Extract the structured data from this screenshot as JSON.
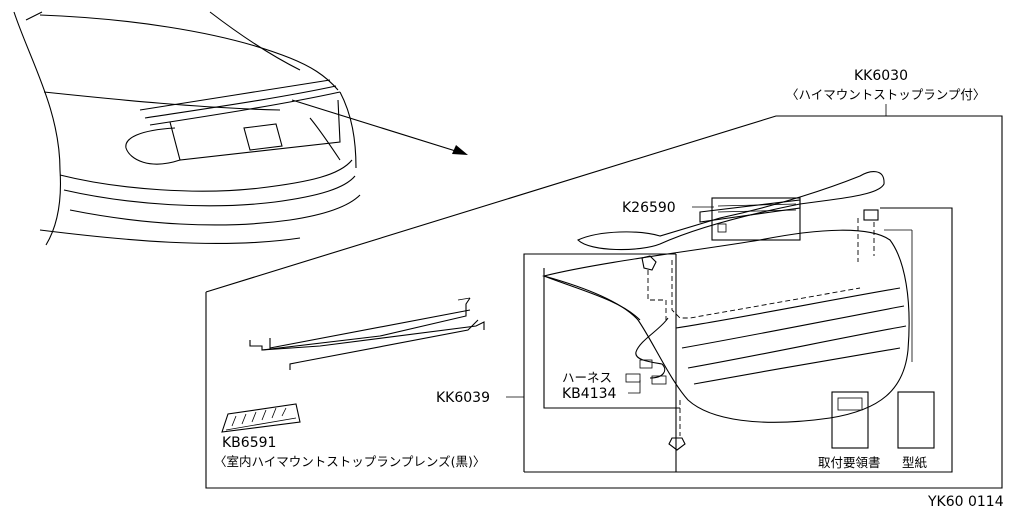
{
  "diagram": {
    "parts": [
      {
        "code": "KK6030",
        "description": "〈ハイマウントストップランプ付〉"
      },
      {
        "code": "K26590"
      },
      {
        "code": "KK6039"
      },
      {
        "code": "KB4134",
        "description": "ハーネス"
      },
      {
        "code": "KB6591",
        "description": "〈室内ハイマウントストップランプレンズ(黒)〉"
      }
    ],
    "accessories": {
      "instructions": "取付要領書",
      "template": "型紙"
    },
    "drawing_id": "YK60 0114"
  }
}
